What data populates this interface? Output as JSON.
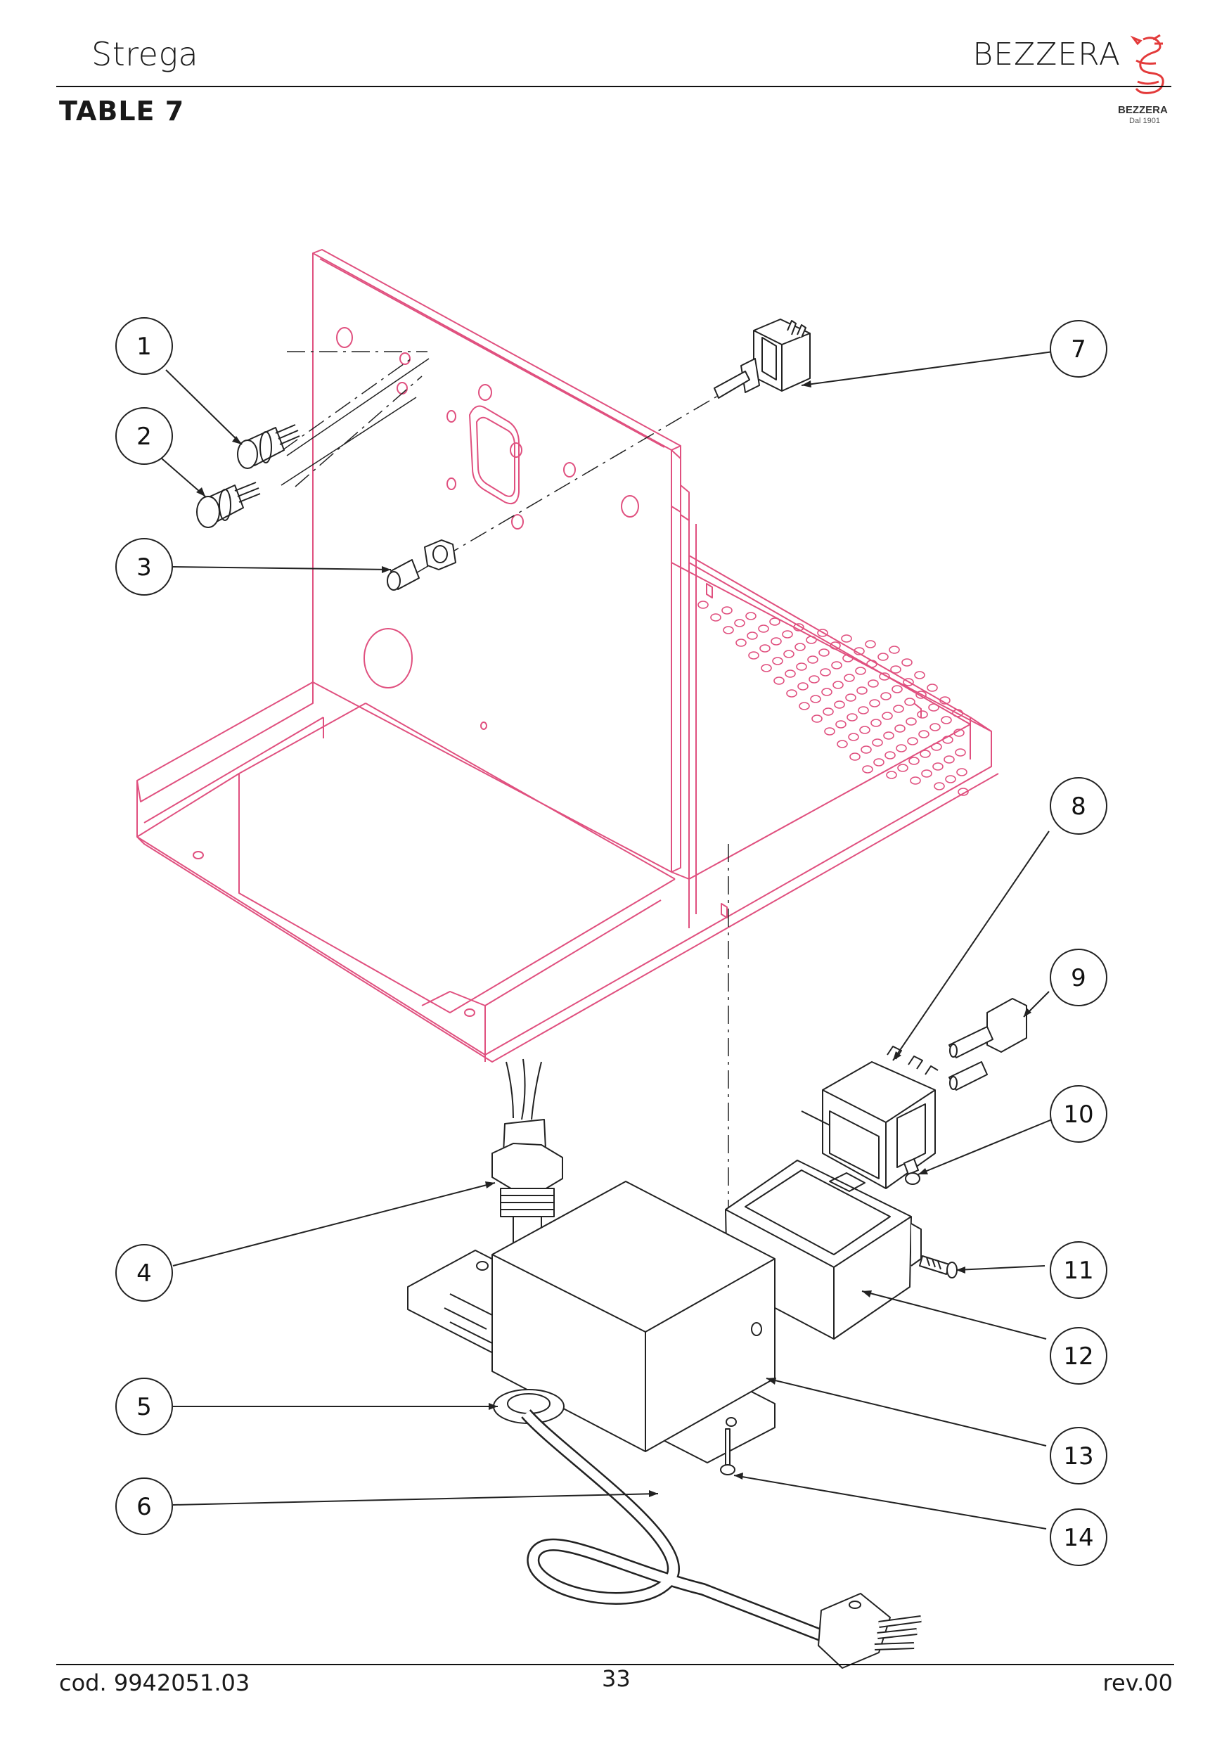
{
  "header": {
    "title": "Strega",
    "brand": "BEZZERA",
    "logo_name": "BEZZERA",
    "logo_sub": "Dal 1901",
    "table_label": "TABLE 7"
  },
  "callouts": [
    "1",
    "2",
    "3",
    "4",
    "5",
    "6",
    "7",
    "8",
    "9",
    "10",
    "11",
    "12",
    "13",
    "14"
  ],
  "footer": {
    "code": "cod. 9942051.03",
    "page": "33",
    "revision": "rev.00"
  },
  "colors": {
    "frame_lines": "#e0507f",
    "parts_lines": "#222222",
    "logo": "#e33a3a"
  }
}
